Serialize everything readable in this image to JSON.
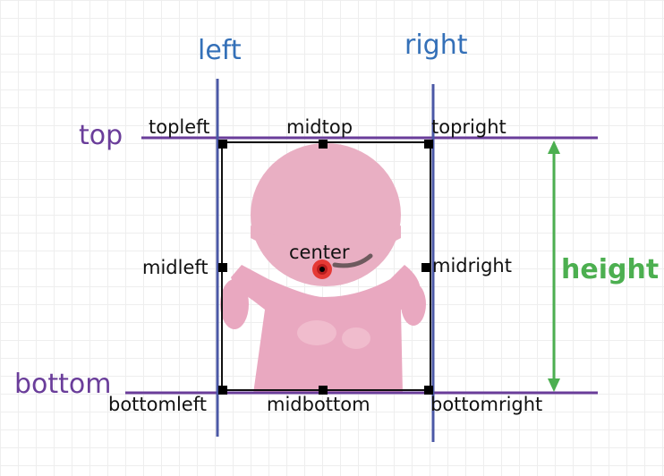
{
  "labels": {
    "left": "left",
    "right": "right",
    "top": "top",
    "bottom": "bottom",
    "height": "height",
    "topleft": "topleft",
    "midtop": "midtop",
    "topright": "topright",
    "midleft": "midleft",
    "center": "center",
    "midright": "midright",
    "bottomleft": "bottomleft",
    "midbottom": "midbottom",
    "bottomright": "bottomright"
  },
  "colors": {
    "vertical_lines": "#4b58a6",
    "horizontal_lines": "#6a3d9a",
    "left_right_text": "#3470b8",
    "top_bottom_text": "#6a3d9a",
    "height": "#4caf50",
    "center_dot": "#e53935",
    "sprite": "#e9a8c0"
  }
}
